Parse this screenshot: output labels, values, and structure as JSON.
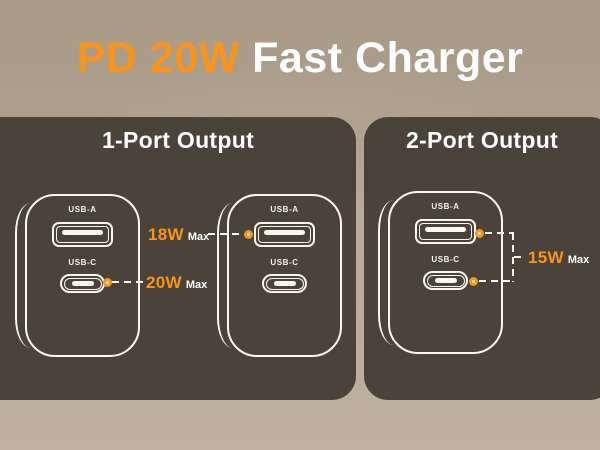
{
  "title": {
    "highlight": "PD 20W",
    "rest": " Fast Charger"
  },
  "left_panel": {
    "heading": "1-Port Output"
  },
  "right_panel": {
    "heading": "2-Port Output"
  },
  "port_labels": {
    "usb_a": "USB-A",
    "usb_c": "USB-C"
  },
  "callouts": {
    "usb_a_single": {
      "value": "18W",
      "suffix": "Max"
    },
    "usb_c_single": {
      "value": "20W",
      "suffix": "Max"
    },
    "dual": {
      "value": "15W",
      "suffix": "Max"
    }
  },
  "colors": {
    "accent": "#F7941D",
    "panel": "#4B423A",
    "outline": "#FAF7F2",
    "background_top": "#A89A85",
    "background_bottom": "#C0B2A1"
  }
}
